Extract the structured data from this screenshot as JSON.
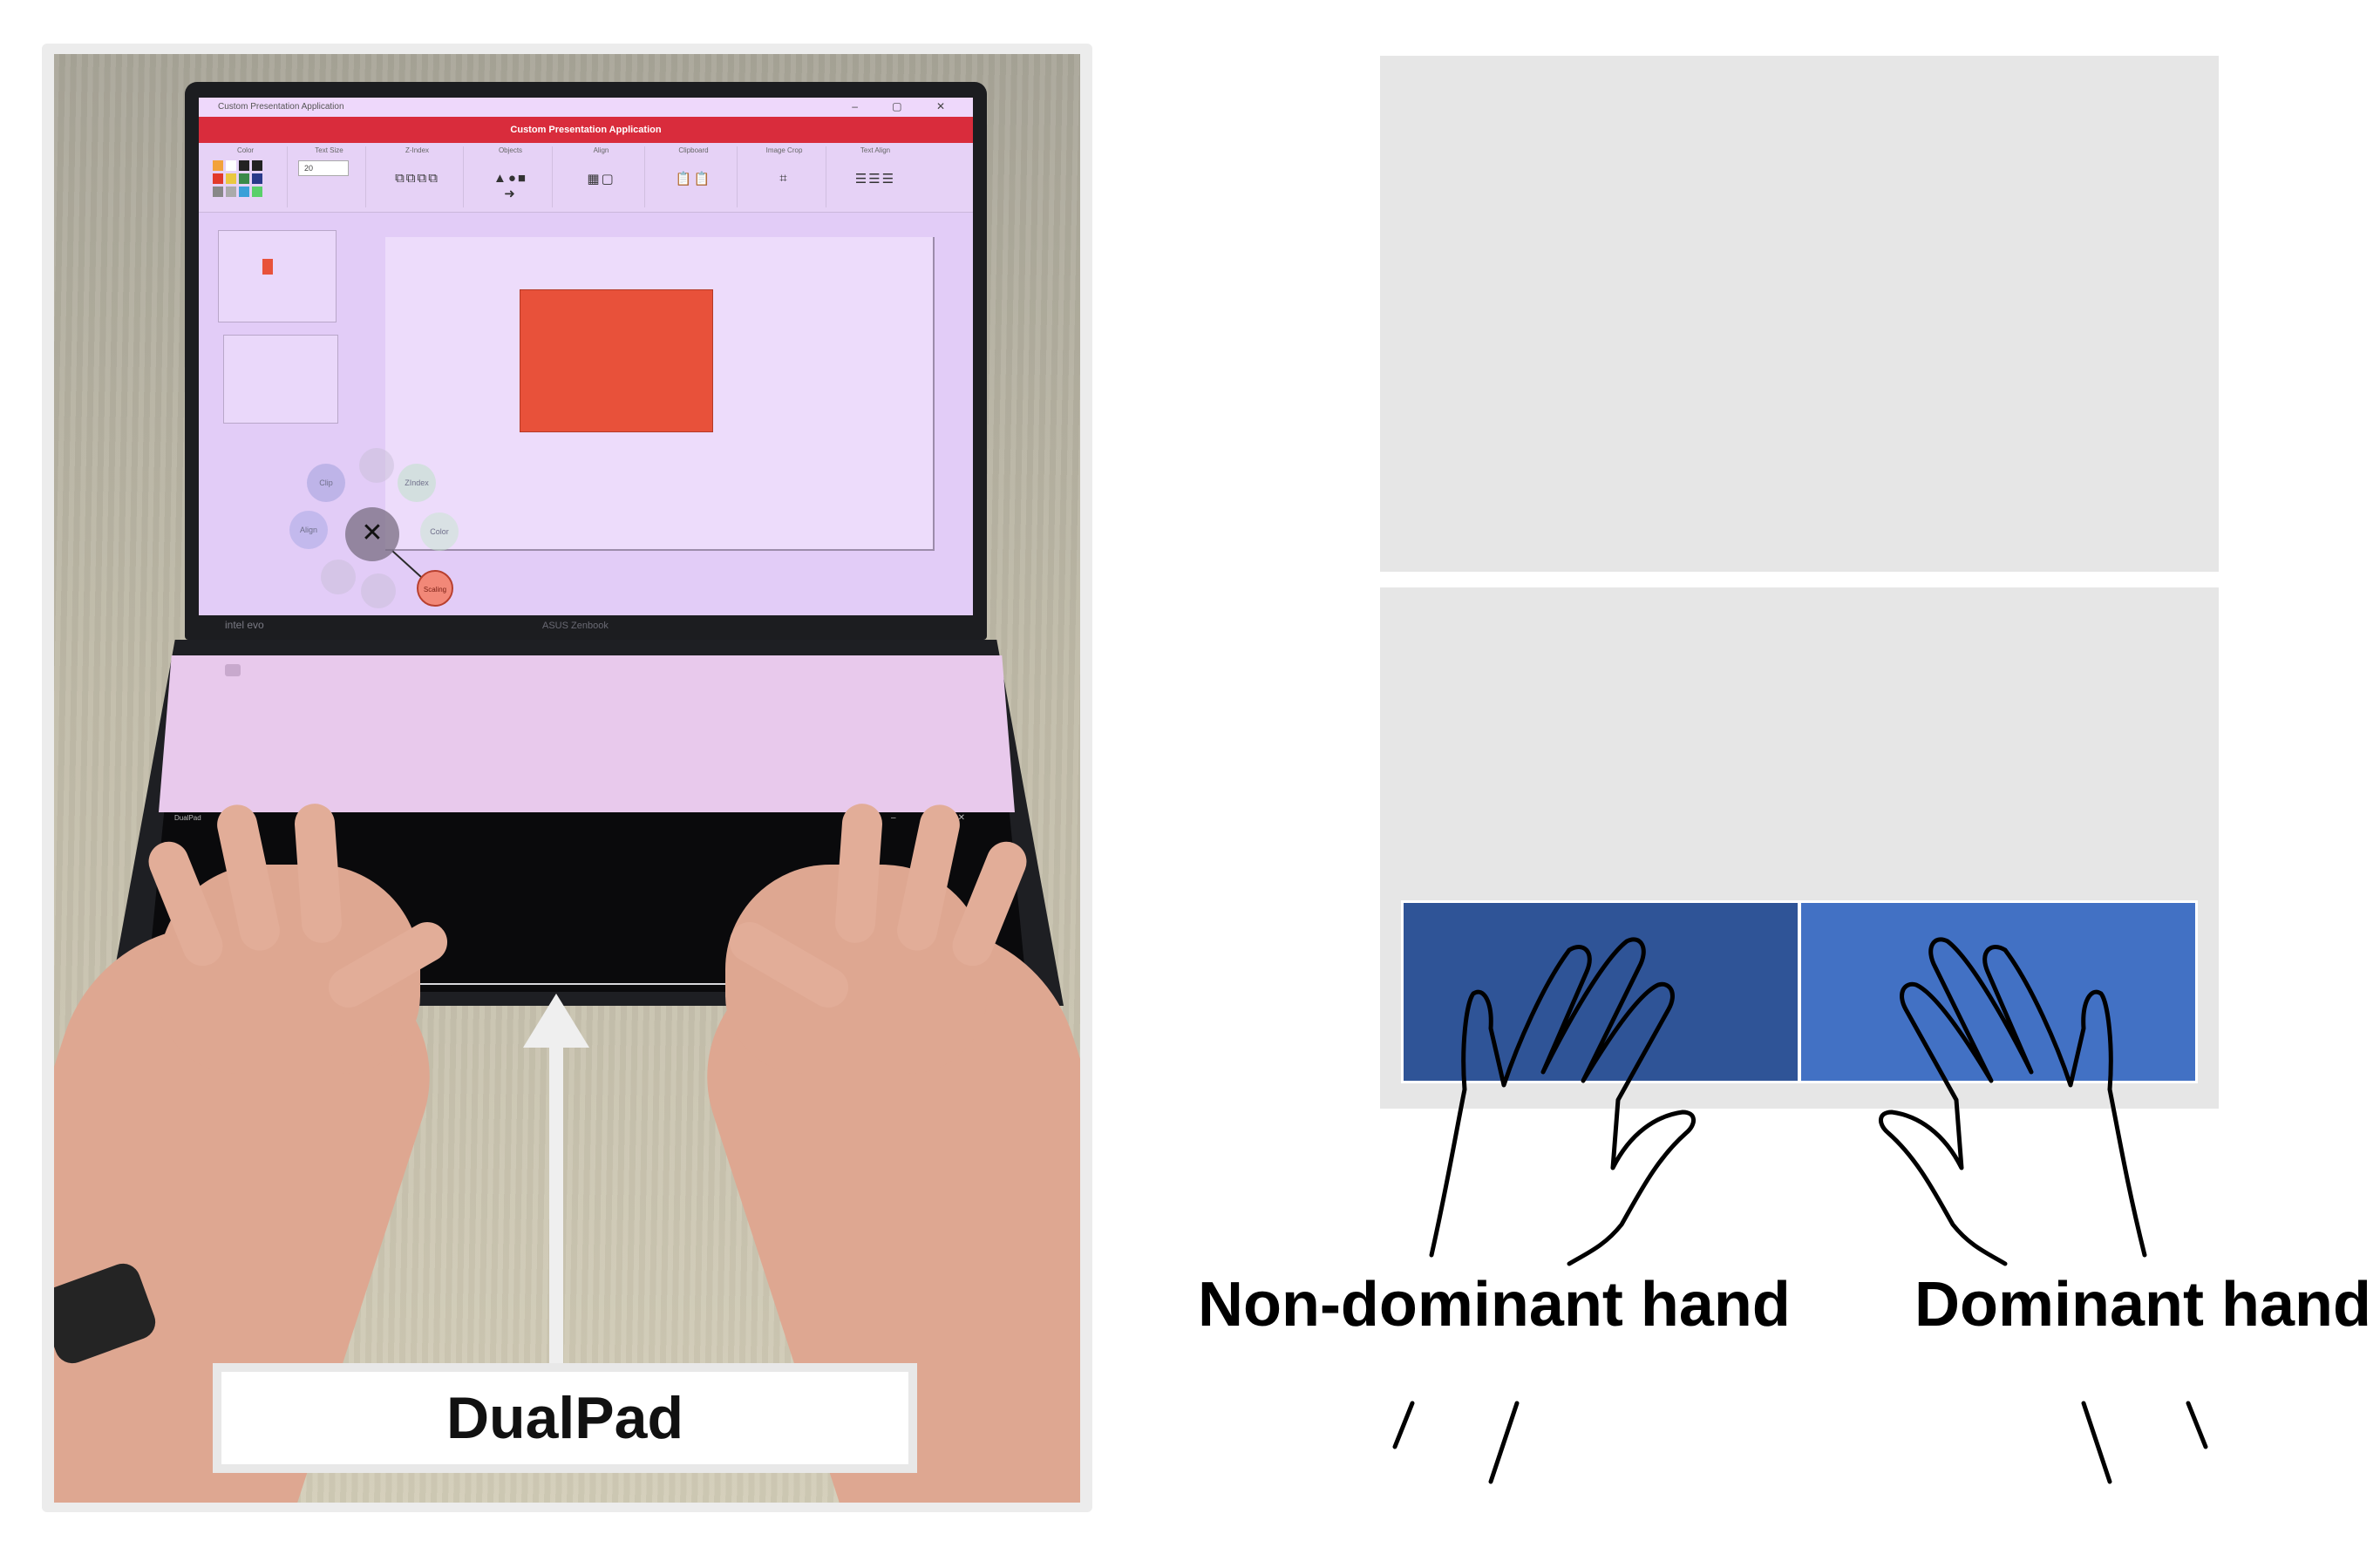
{
  "photo": {
    "app_title": "Custom Presentation Application",
    "header_title": "Custom Presentation Application",
    "ribbon_groups": [
      {
        "label": "Color"
      },
      {
        "label": "Text Size",
        "value": "20"
      },
      {
        "label": "Z-Index"
      },
      {
        "label": "Objects"
      },
      {
        "label": "Align"
      },
      {
        "label": "Clipboard"
      },
      {
        "label": "Image Crop"
      },
      {
        "label": "Text Align"
      }
    ],
    "swatch_colors": [
      "#f2a23b",
      "#ffffff",
      "#222222",
      "#222222",
      "#e23a2a",
      "#e9c840",
      "#3a8a4a",
      "#2a3a8a",
      "#888888",
      "#aaaaaa",
      "#3aa0d8",
      "#5ad06a"
    ],
    "pie_menu": {
      "clip": "Clip",
      "zindex": "ZIndex",
      "align": "Align",
      "color": "Color",
      "close": "✕",
      "scaling": "Scaling"
    },
    "lid_brand": "intel evo",
    "lid_model": "ASUS Zenbook",
    "pad_window_title": "DualPad",
    "pad_window_buttons": "–  ▢  ✕",
    "title_window_buttons": "–  ▢  ✕"
  },
  "callout": {
    "label": "DualPad"
  },
  "diagram": {
    "left_zone_color": "#2f5497",
    "right_zone_color": "#4271c4",
    "non_dominant_label": "Non-dominant hand",
    "dominant_label": "Dominant hand"
  }
}
